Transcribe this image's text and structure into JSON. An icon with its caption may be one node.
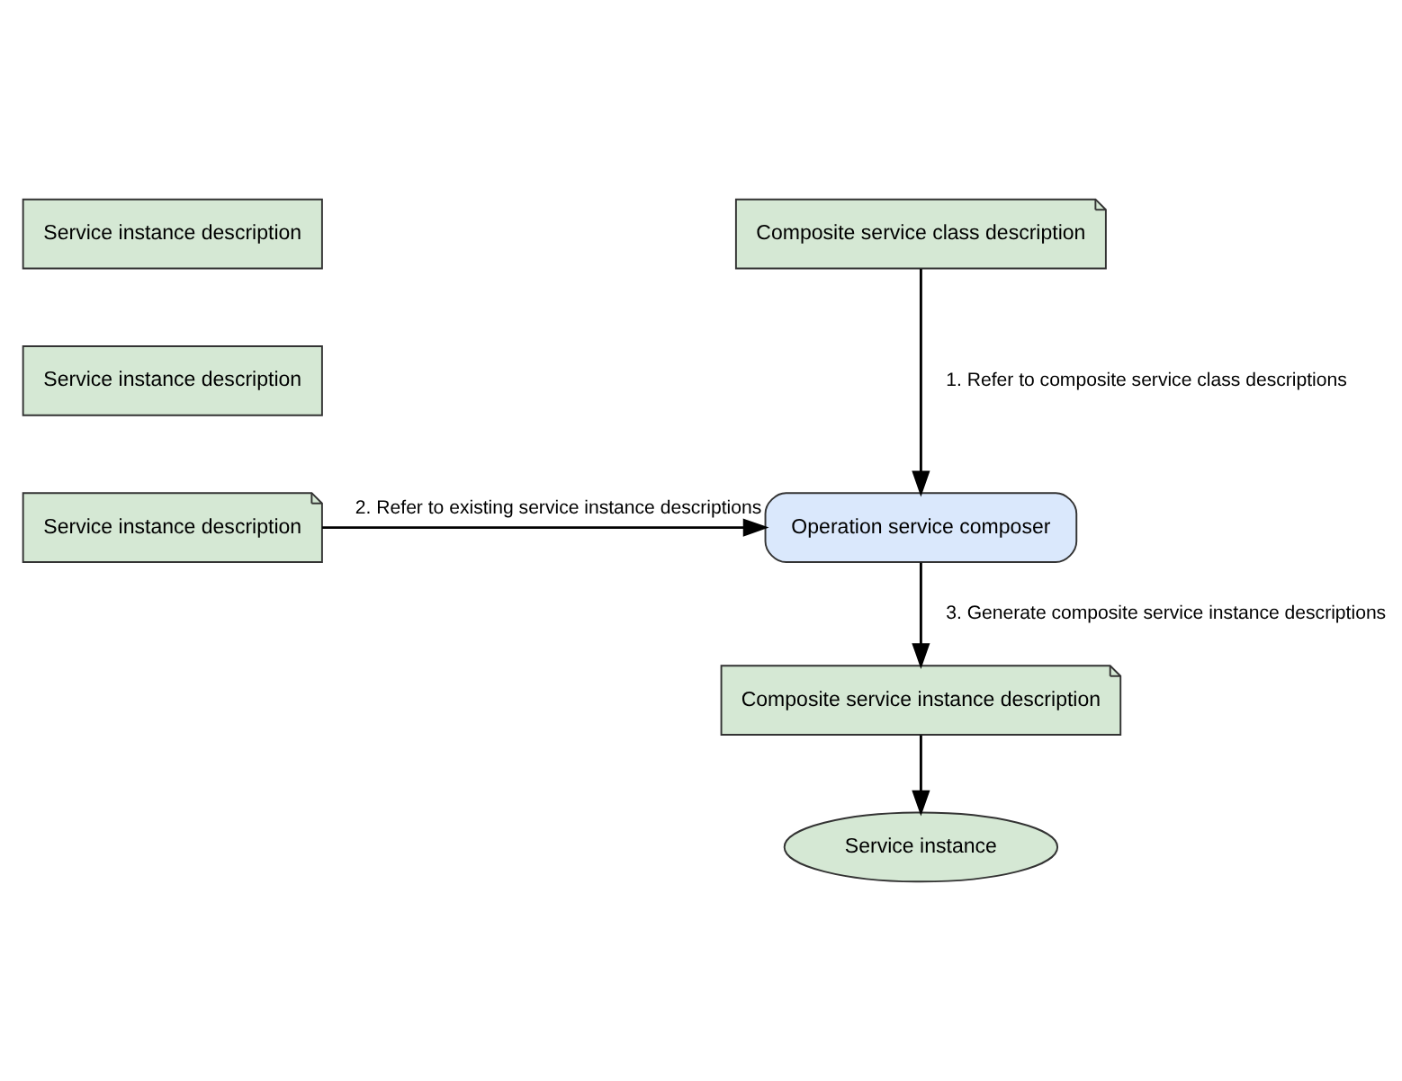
{
  "diagram": {
    "nodes": [
      {
        "text": [
          "Composite service class description"
        ]
      },
      {
        "text": [
          "Service instance description"
        ]
      },
      {
        "text": [
          "Service instance description"
        ]
      },
      {
        "text": [
          "Service instance description"
        ]
      },
      {
        "text": [
          "Operation service composer"
        ]
      },
      {
        "text": [
          "Composite service instance description"
        ]
      },
      {
        "text": [
          "Service instance"
        ]
      }
    ],
    "edges": [
      {
        "from": 0,
        "to": 4,
        "arrow": "to",
        "label": "1. Refer to composite service class descriptions"
      },
      {
        "from": 3,
        "to": 4,
        "arrow": "to",
        "label": "2. Refer to existing service instance descriptions"
      },
      {
        "from": 4,
        "to": 5,
        "arrow": "to",
        "label": "3. Generate composite service instance descriptions"
      },
      {
        "from": 5,
        "to": 6,
        "arrow": "to"
      }
    ]
  }
}
